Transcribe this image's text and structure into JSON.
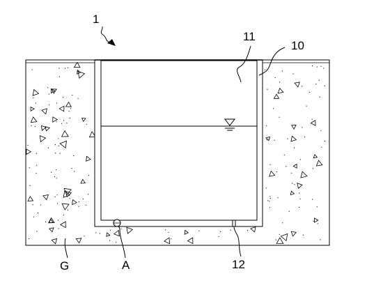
{
  "figure": {
    "labels": {
      "device": "1",
      "tank_interior": "11",
      "tank_wall": "10",
      "ground": "G",
      "detail": "A",
      "drain": "12"
    }
  }
}
